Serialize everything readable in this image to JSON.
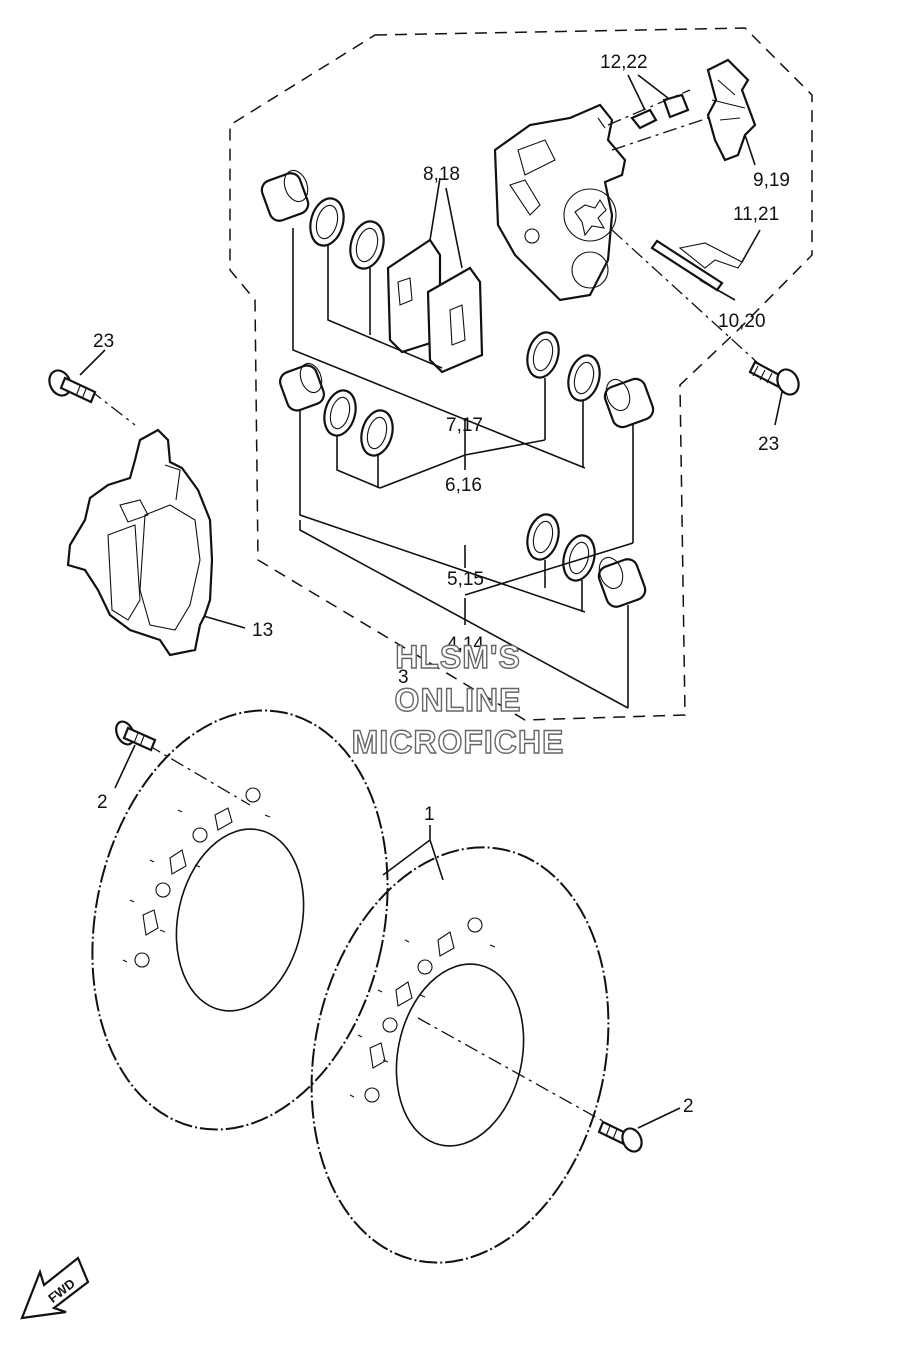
{
  "labels": {
    "p12_22": "12,22",
    "p8_18": "8,18",
    "p9_19": "9,19",
    "p11_21": "11,21",
    "p10_20": "10,20",
    "p23_left": "23",
    "p23_right": "23",
    "p7_17": "7,17",
    "p6_16": "6,16",
    "p5_15": "5,15",
    "p4_14": "4,14",
    "p3": "3",
    "p13": "13",
    "p2_left": "2",
    "p1": "1",
    "p2_right": "2"
  },
  "watermark": {
    "line1": "HLSM'S",
    "line2": "ONLINE",
    "line3": "MICROFICHE"
  },
  "fwd_label": "FWD"
}
